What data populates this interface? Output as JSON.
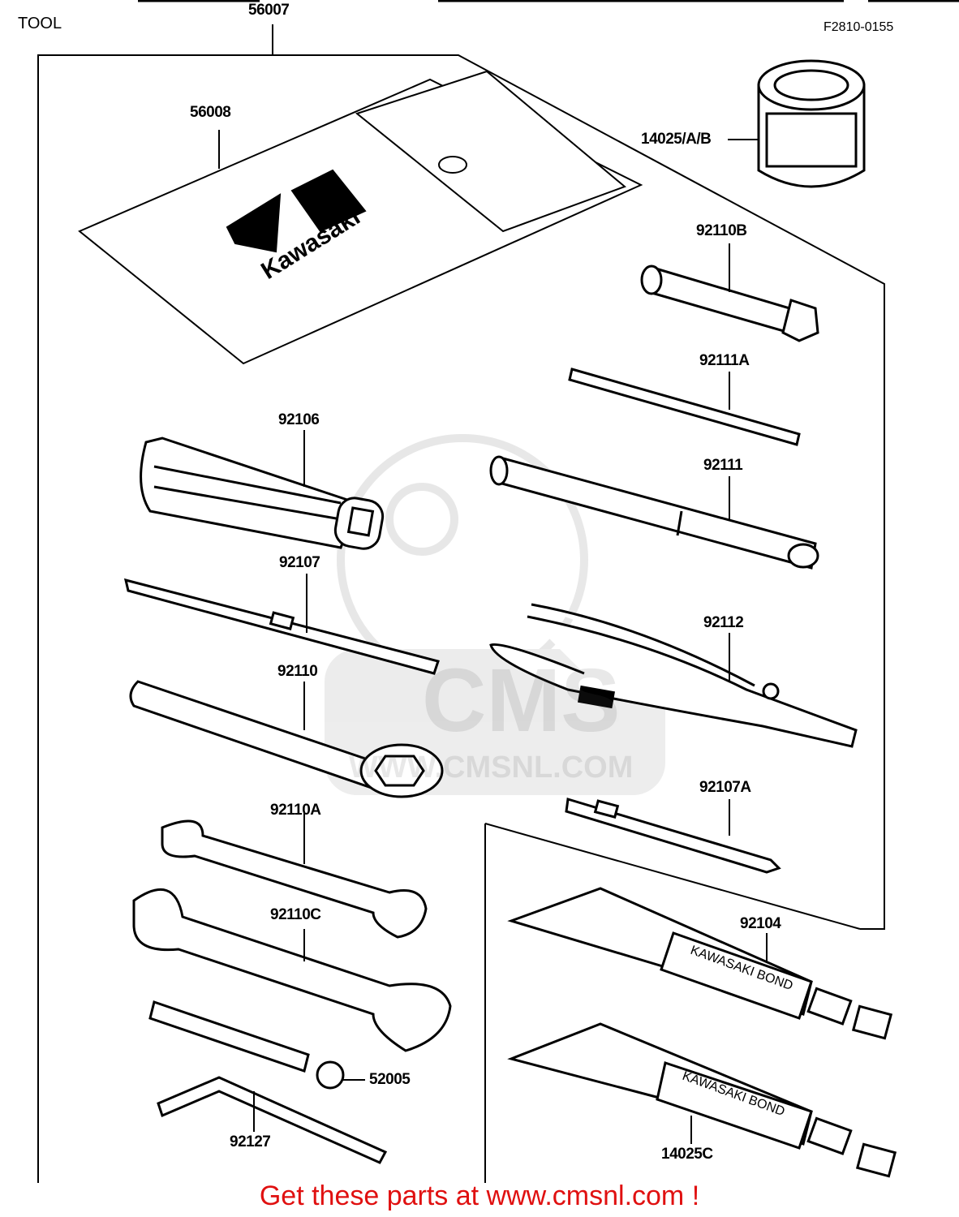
{
  "header": {
    "section": "TOOL",
    "figure_code": "F2810-0155"
  },
  "parts": {
    "p56007": "56007",
    "p56008": "56008",
    "p14025AB": "14025/A/B",
    "p92110B": "92110B",
    "p92111A": "92111A",
    "p92106": "92106",
    "p92111": "92111",
    "p92107": "92107",
    "p92112": "92112",
    "p92110": "92110",
    "p92107A": "92107A",
    "p92110A": "92110A",
    "p92110C": "92110C",
    "p92104": "92104",
    "p52005": "52005",
    "p92127": "92127",
    "p14025C": "14025C"
  },
  "markings": {
    "bag_brand": "Kawasaki",
    "tube1_text": "KAWASAKI BOND",
    "tube2_text": "KAWASAKI BOND",
    "watermark_logo": "CMS",
    "watermark_url": "WWW.CMSNL.COM"
  },
  "footer": {
    "text": "Get these parts at www.cmsnl.com !"
  },
  "colors": {
    "line": "#000000",
    "footer_text": "#e01010",
    "watermark": "#888888"
  }
}
